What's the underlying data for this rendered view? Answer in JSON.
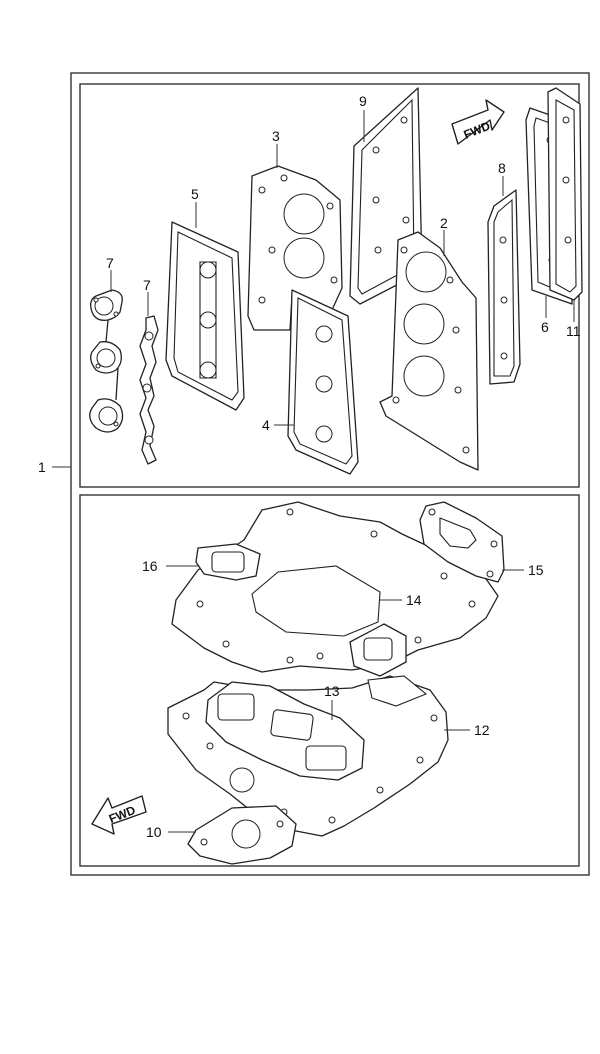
{
  "callouts": {
    "c1": "1",
    "c2": "2",
    "c3": "3",
    "c4": "4",
    "c5": "5",
    "c6": "6",
    "c7a": "7",
    "c7b": "7",
    "c8": "8",
    "c9": "9",
    "c10": "10",
    "c11": "11",
    "c12": "12",
    "c13": "13",
    "c14": "14",
    "c15": "15",
    "c16": "16"
  },
  "arrows": {
    "top": "FWD",
    "bottom": "FWD"
  }
}
